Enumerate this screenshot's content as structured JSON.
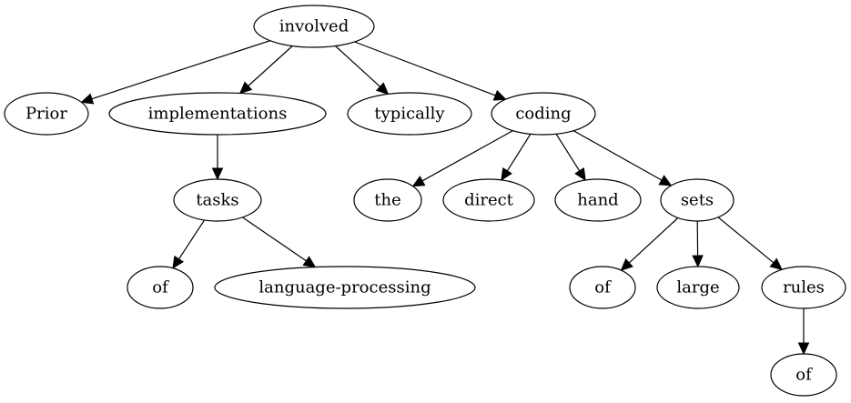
{
  "nodes": [
    {
      "id": "involved",
      "label": "involved"
    },
    {
      "id": "prior",
      "label": "Prior"
    },
    {
      "id": "implementations",
      "label": "implementations"
    },
    {
      "id": "typically",
      "label": "typically"
    },
    {
      "id": "coding",
      "label": "coding"
    },
    {
      "id": "tasks",
      "label": "tasks"
    },
    {
      "id": "the",
      "label": "the"
    },
    {
      "id": "direct",
      "label": "direct"
    },
    {
      "id": "hand",
      "label": "hand"
    },
    {
      "id": "sets",
      "label": "sets"
    },
    {
      "id": "of1",
      "label": "of"
    },
    {
      "id": "language-processing",
      "label": "language-processing"
    },
    {
      "id": "of2",
      "label": "of"
    },
    {
      "id": "large",
      "label": "large"
    },
    {
      "id": "rules",
      "label": "rules"
    },
    {
      "id": "of3",
      "label": "of"
    }
  ],
  "edges": [
    {
      "from": "involved",
      "to": "prior"
    },
    {
      "from": "involved",
      "to": "implementations"
    },
    {
      "from": "involved",
      "to": "typically"
    },
    {
      "from": "involved",
      "to": "coding"
    },
    {
      "from": "implementations",
      "to": "tasks"
    },
    {
      "from": "tasks",
      "to": "of1"
    },
    {
      "from": "tasks",
      "to": "language-processing"
    },
    {
      "from": "coding",
      "to": "the"
    },
    {
      "from": "coding",
      "to": "direct"
    },
    {
      "from": "coding",
      "to": "hand"
    },
    {
      "from": "coding",
      "to": "sets"
    },
    {
      "from": "sets",
      "to": "of2"
    },
    {
      "from": "sets",
      "to": "large"
    },
    {
      "from": "sets",
      "to": "rules"
    },
    {
      "from": "rules",
      "to": "of3"
    }
  ]
}
